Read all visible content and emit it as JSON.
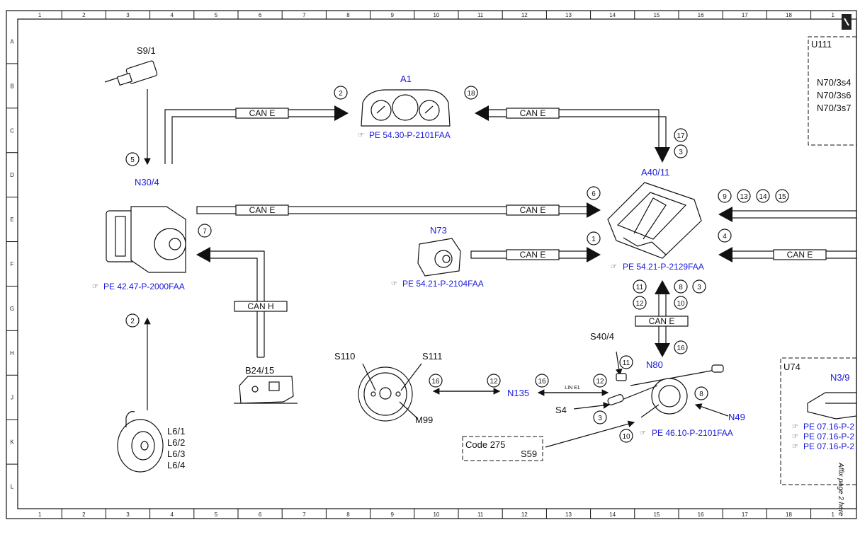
{
  "grid": {
    "columns": [
      "1",
      "2",
      "3",
      "4",
      "5",
      "6",
      "7",
      "8",
      "9",
      "10",
      "11",
      "12",
      "13",
      "14",
      "15",
      "16",
      "17",
      "18",
      "1"
    ],
    "rows": [
      "A",
      "B",
      "C",
      "D",
      "E",
      "F",
      "G",
      "H",
      "J",
      "K",
      "L"
    ]
  },
  "components": {
    "a1": "A1",
    "a1_ref": "PE 54.30-P-2101FAA",
    "s9_1": "S9/1",
    "n30_4": "N30/4",
    "n30_4_ref": "PE 42.47-P-2000FAA",
    "a40_11": "A40/11",
    "a40_11_ref": "PE 54.21-P-2129FAA",
    "n73": "N73",
    "n73_ref": "PE 54.21-P-2104FAA",
    "b24_15": "B24/15",
    "s110": "S110",
    "s111": "S111",
    "m99": "M99",
    "n135": "N135",
    "s40_4": "S40/4",
    "n80": "N80",
    "s4": "S4",
    "n49": "N49",
    "n80_ref": "PE 46.10-P-2101FAA",
    "code275": "Code 275",
    "s59": "S59",
    "l6": [
      "L6/1",
      "L6/2",
      "L6/3",
      "L6/4"
    ],
    "u111": "U111",
    "u111_items": [
      "N70/3s4",
      "N70/3s6",
      "N70/3s7"
    ],
    "u74": "U74",
    "n3_9": "N3/9",
    "u74_refs": [
      "PE 07.16-P-2",
      "PE 07.16-P-2",
      "PE 07.16-P-2"
    ],
    "affix": "Affix page 2 here"
  },
  "buses": {
    "can_e": "CAN E",
    "can_h": "CAN H",
    "lin_e1": "LIN E1"
  },
  "callouts": {
    "c2_a1": "2",
    "c18": "18",
    "c17": "17",
    "c3_top": "3",
    "c5": "5",
    "c6": "6",
    "c9": "9",
    "c13": "13",
    "c14": "14",
    "c15": "15",
    "c7": "7",
    "c1": "1",
    "c4": "4",
    "c11_up": "11",
    "c12_up": "12",
    "c8_up": "8",
    "c10_up": "10",
    "c3_up": "3",
    "c16_down": "16",
    "c2_lower": "2",
    "c16_wheel": "16",
    "c12_wheel": "12",
    "c16_lin": "16",
    "c12_lin": "12",
    "c11_sw": "11",
    "c8_sw": "8",
    "c3_sw": "3",
    "c10_sw": "10"
  }
}
